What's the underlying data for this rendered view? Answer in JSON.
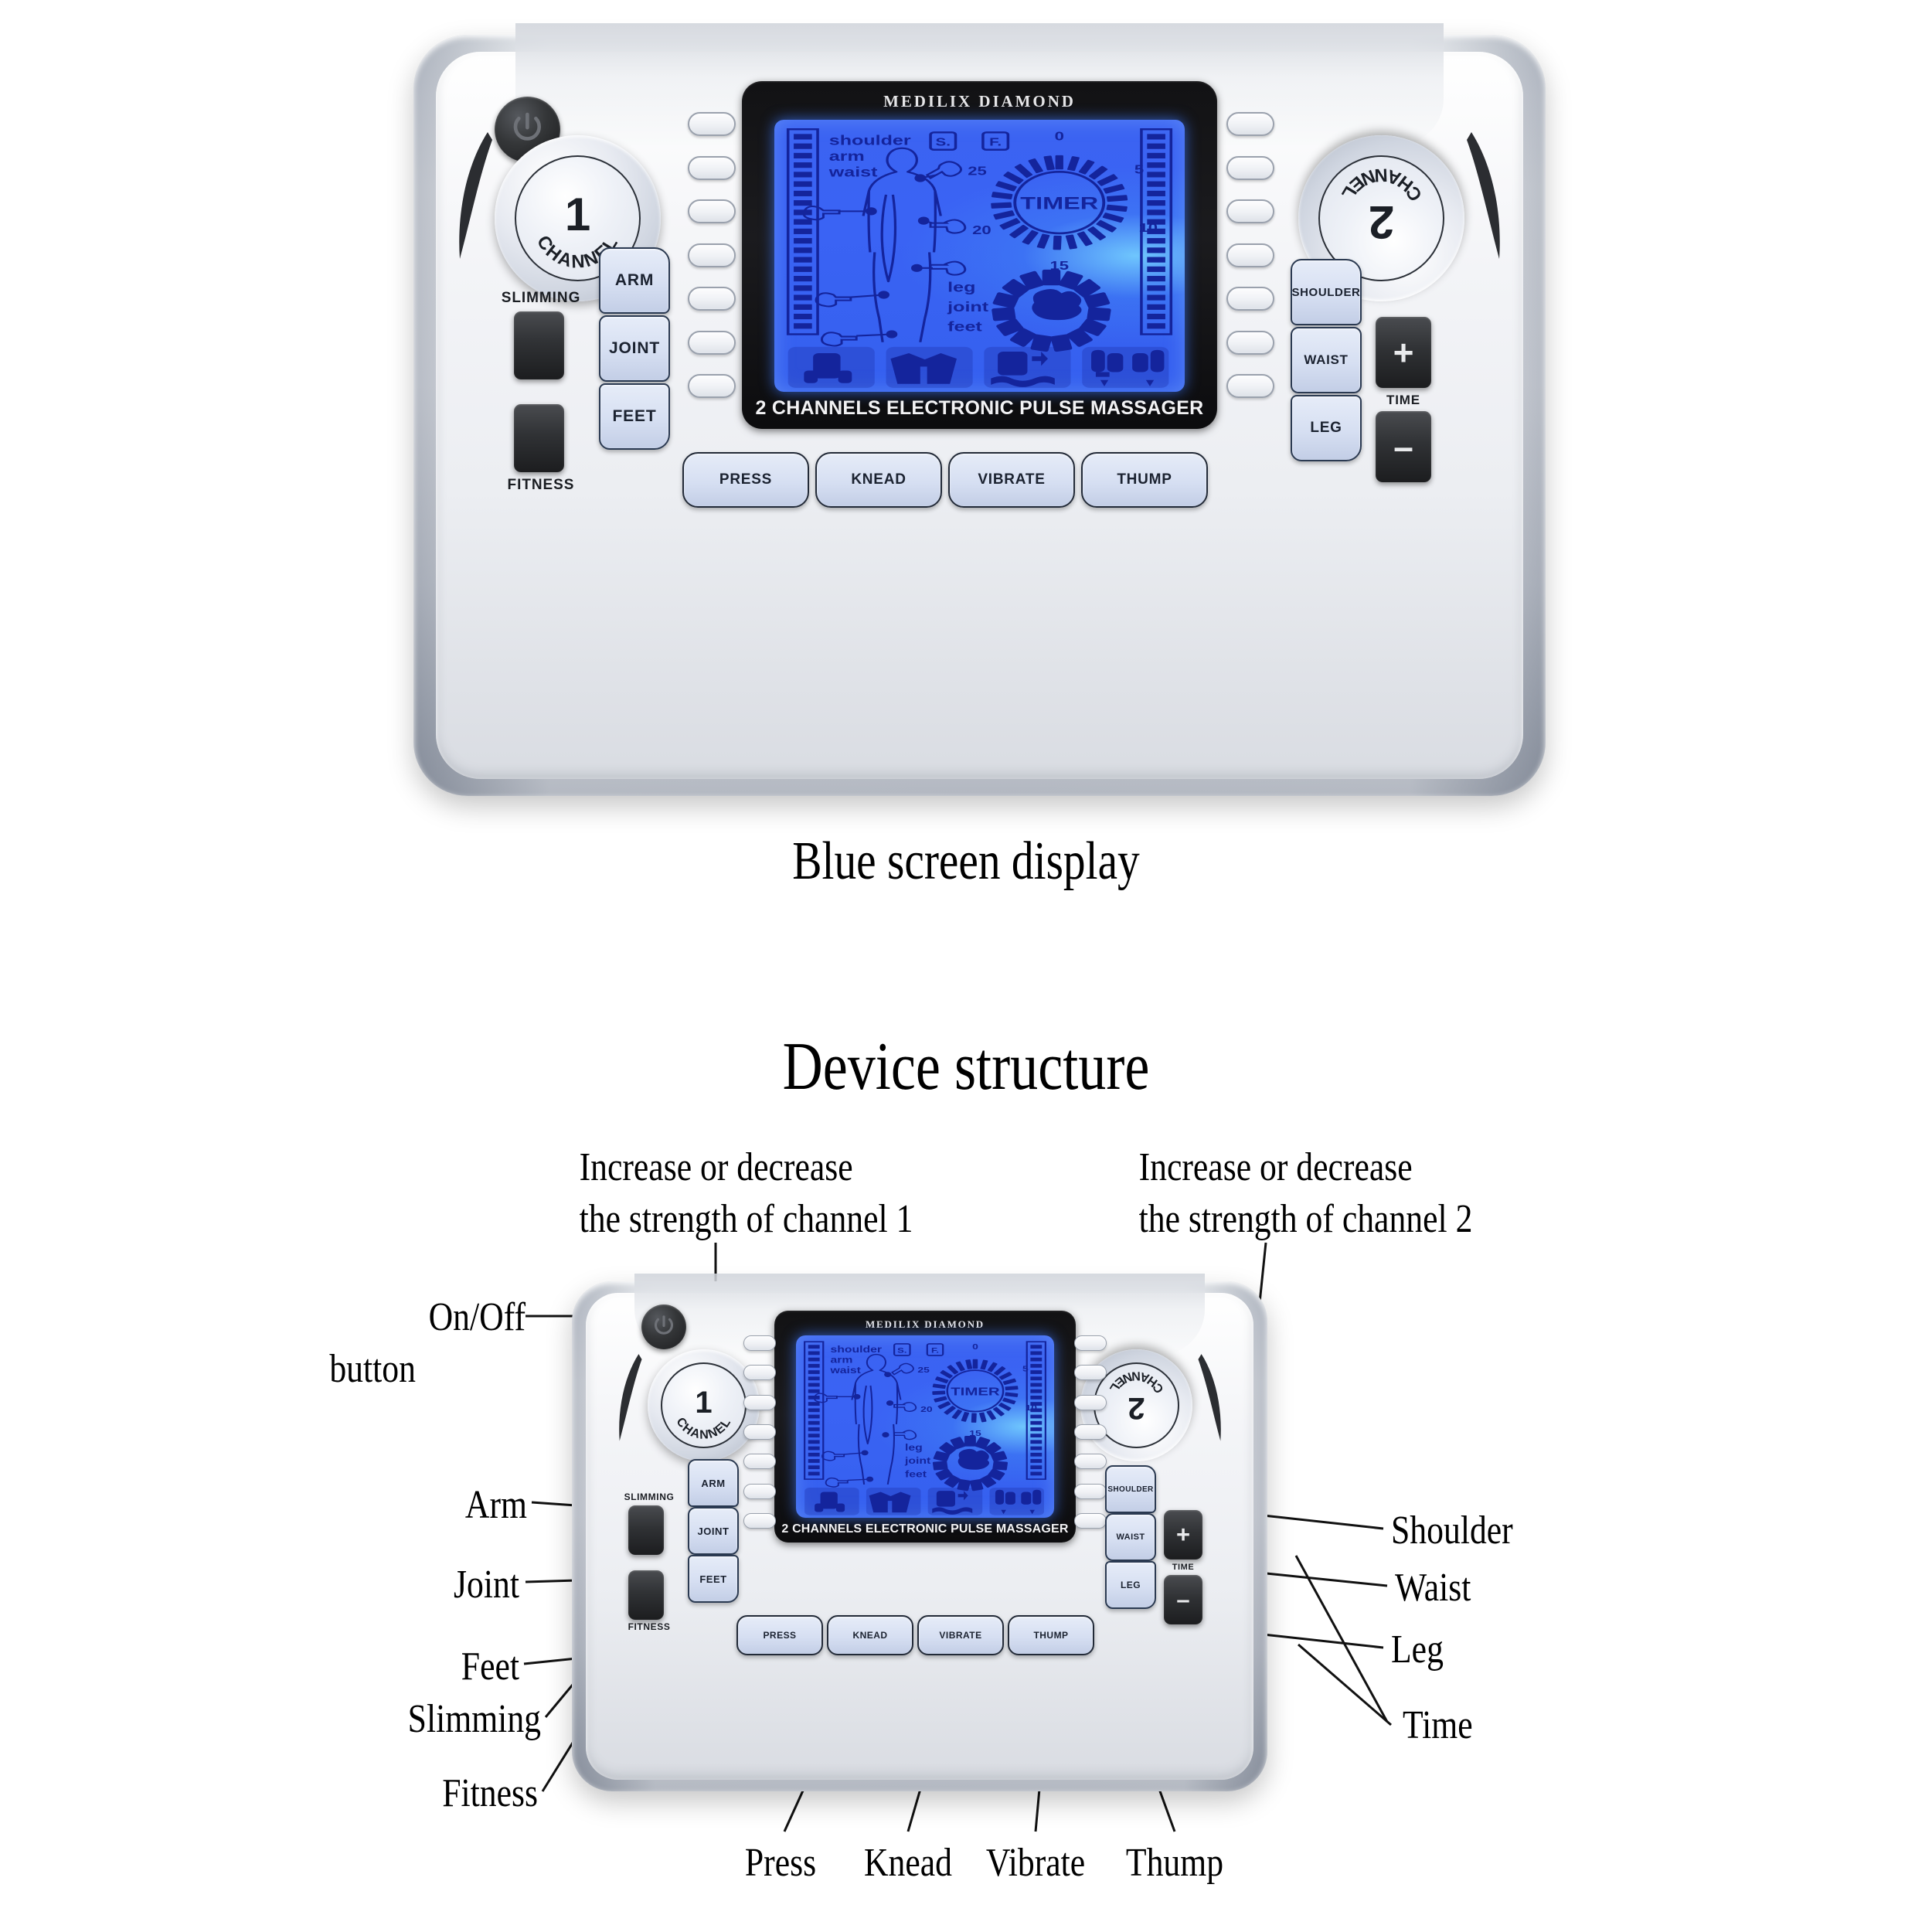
{
  "page": {
    "background": "#ffffff"
  },
  "captions": {
    "blue_screen_display": "Blue screen display",
    "device_structure": "Device structure"
  },
  "device": {
    "brand_text": "MEDILIX DIAMOND",
    "bottom_text": "2 CHANNELS ELECTRONIC PULSE MASSAGER",
    "knob_left": {
      "number": "1",
      "word": "CHANNEL"
    },
    "knob_right": {
      "number": "2",
      "word": "CHANNEL"
    },
    "left_keys": [
      {
        "id": "arm",
        "label": "ARM"
      },
      {
        "id": "joint",
        "label": "JOINT"
      },
      {
        "id": "feet",
        "label": "FEET"
      }
    ],
    "left_dark_keys": [
      {
        "id": "slimming",
        "label": "SLIMMING"
      },
      {
        "id": "fitness",
        "label": "FITNESS"
      }
    ],
    "right_keys": [
      {
        "id": "shoulder",
        "label": "SHOULDER"
      },
      {
        "id": "waist",
        "label": "WAIST"
      },
      {
        "id": "leg",
        "label": "LEG"
      }
    ],
    "time_group": {
      "label": "TIME",
      "plus": "+",
      "minus": "–"
    },
    "mode_keys": [
      {
        "id": "press",
        "label": "PRESS"
      },
      {
        "id": "knead",
        "label": "KNEAD"
      },
      {
        "id": "vibrate",
        "label": "VIBRATE"
      },
      {
        "id": "thump",
        "label": "THUMP"
      }
    ],
    "lcd": {
      "body_labels_top": [
        "shoulder",
        "arm",
        "waist"
      ],
      "body_labels_bottom": [
        "leg",
        "joint",
        "feet"
      ],
      "mode_boxes": [
        "S.",
        "F."
      ],
      "timer_label": "TIMER",
      "timer_ticks": [
        "0",
        "5",
        "10",
        "15",
        "20",
        "25"
      ],
      "icon_row": [
        "back-pad-icon",
        "vest-pad-icon",
        "hand-pad-icon",
        "gloves-pad-icon"
      ]
    },
    "colors": {
      "lcd_blue": "#3b63f2",
      "lcd_glyph": "#14249c",
      "key_blue": "#d6dff2",
      "key_dark": "#232528",
      "bezel": "#0f0f11"
    }
  },
  "annotations": {
    "ch1": "Increase or decrease\nthe strength of channel 1",
    "ch1_line1": "Increase or decrease",
    "ch1_line2": "the strength of channel 1",
    "ch2_line1": "Increase or decrease",
    "ch2_line2": "the strength of channel 2",
    "onoff_line1": "On/Off",
    "onoff_line2": "button",
    "arm": "Arm",
    "joint": "Joint",
    "feet": "Feet",
    "slimming": "Slimming",
    "fitness": "Fitness",
    "shoulder": "Shoulder",
    "waist": "Waist",
    "leg": "Leg",
    "time": "Time",
    "press": "Press",
    "knead": "Knead",
    "vibrate": "Vibrate",
    "thump": "Thump"
  }
}
